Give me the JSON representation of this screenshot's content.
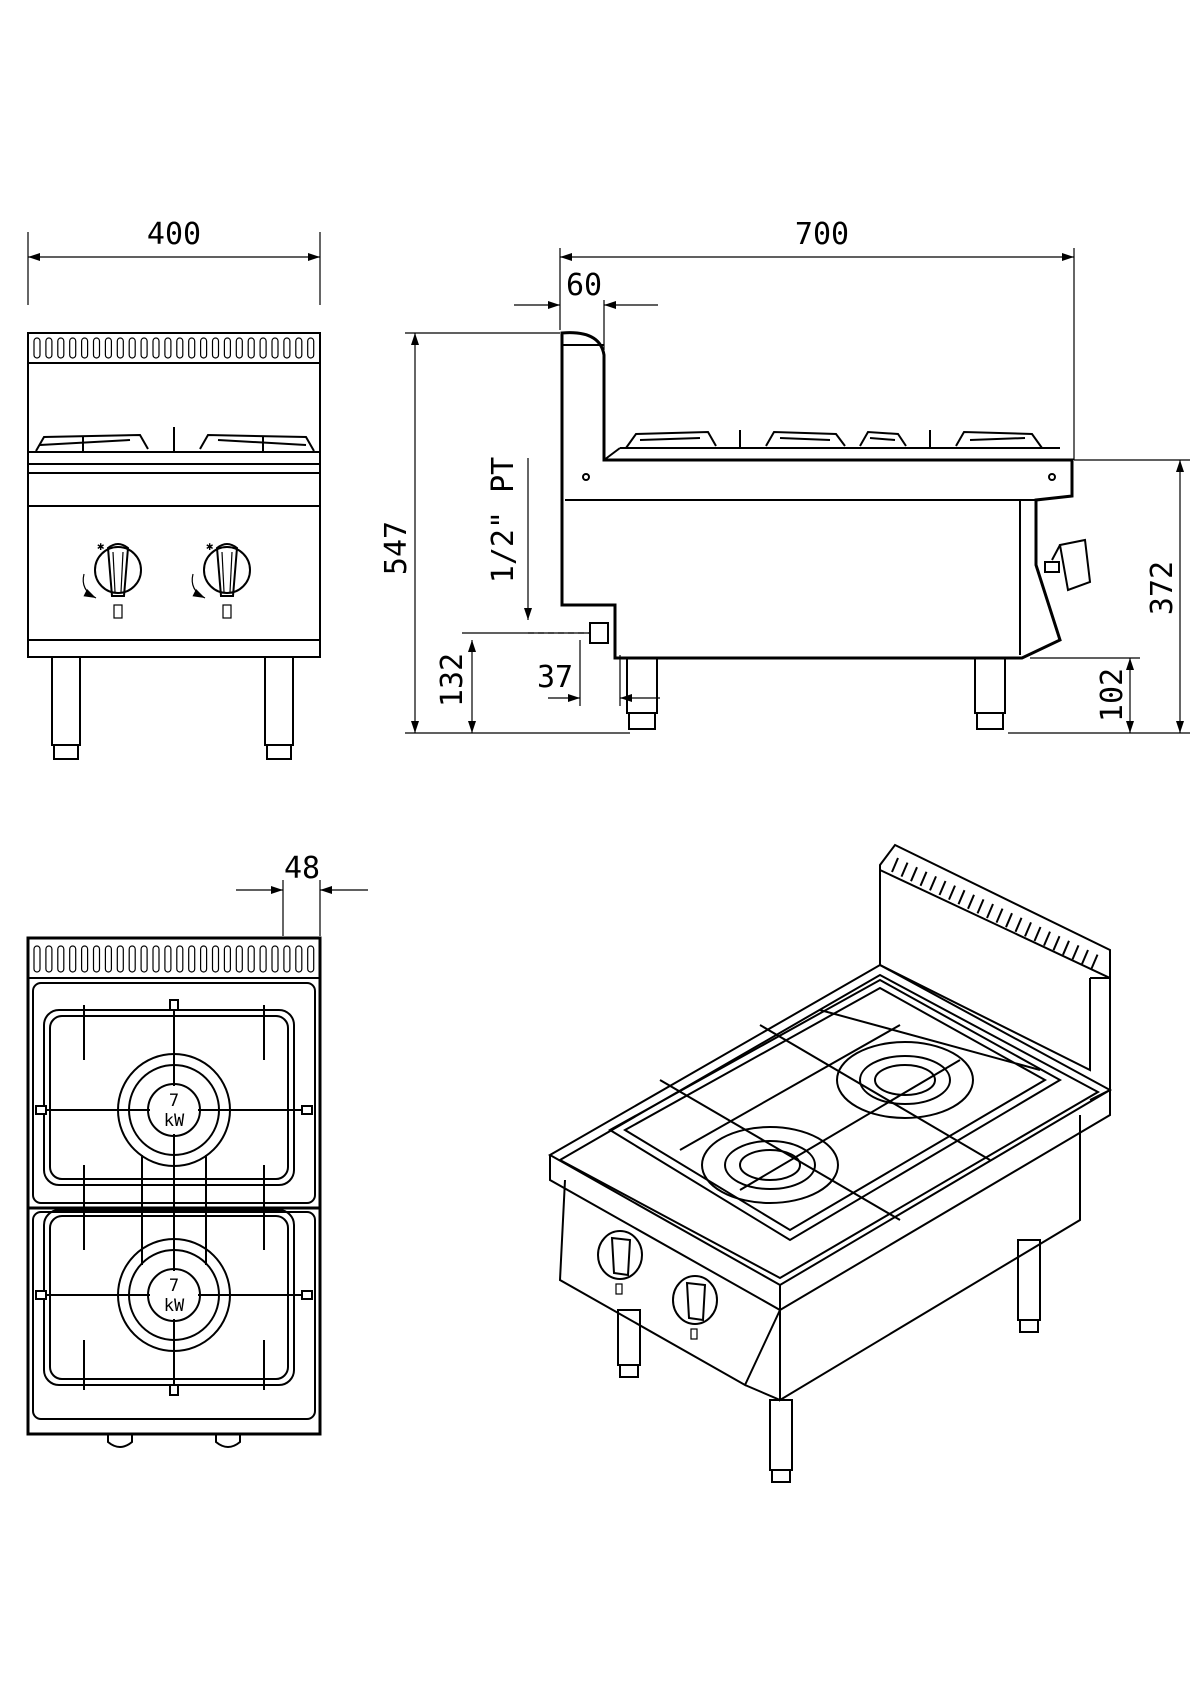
{
  "front_view": {
    "width_label": "400"
  },
  "side_view": {
    "depth_label": "700",
    "backsplash_label": "60",
    "height_label": "547",
    "gas_inlet_label": "1/2\" PT",
    "worktop_height_label": "372",
    "inlet_height_label": "132",
    "inlet_offset_label": "37",
    "foot_height_label": "102"
  },
  "top_view": {
    "backsplash_depth_label": "48",
    "burners": [
      {
        "power_value": "7",
        "power_unit": "kW"
      },
      {
        "power_value": "7",
        "power_unit": "kW"
      }
    ]
  }
}
